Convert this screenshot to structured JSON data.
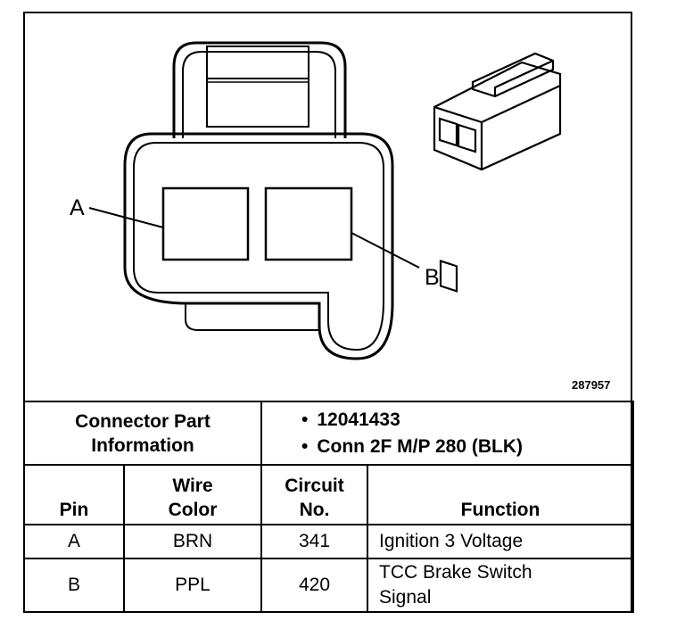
{
  "diagram": {
    "pin_labels": [
      "A",
      "B"
    ],
    "figure_number": "287957"
  },
  "table": {
    "part_info_header": [
      "Connector Part",
      "Information"
    ],
    "part_info": [
      "12041433",
      "Conn 2F M/P 280 (BLK)"
    ],
    "columns": {
      "pin": "Pin",
      "wire_color": [
        "Wire",
        "Color"
      ],
      "circuit": [
        "Circuit",
        "No."
      ],
      "function": "Function"
    },
    "rows": [
      {
        "pin": "A",
        "wire_color": "BRN",
        "circuit": "341",
        "function": [
          "Ignition 3 Voltage"
        ]
      },
      {
        "pin": "B",
        "wire_color": "PPL",
        "circuit": "420",
        "function": [
          "TCC Brake Switch",
          "Signal"
        ]
      }
    ]
  }
}
